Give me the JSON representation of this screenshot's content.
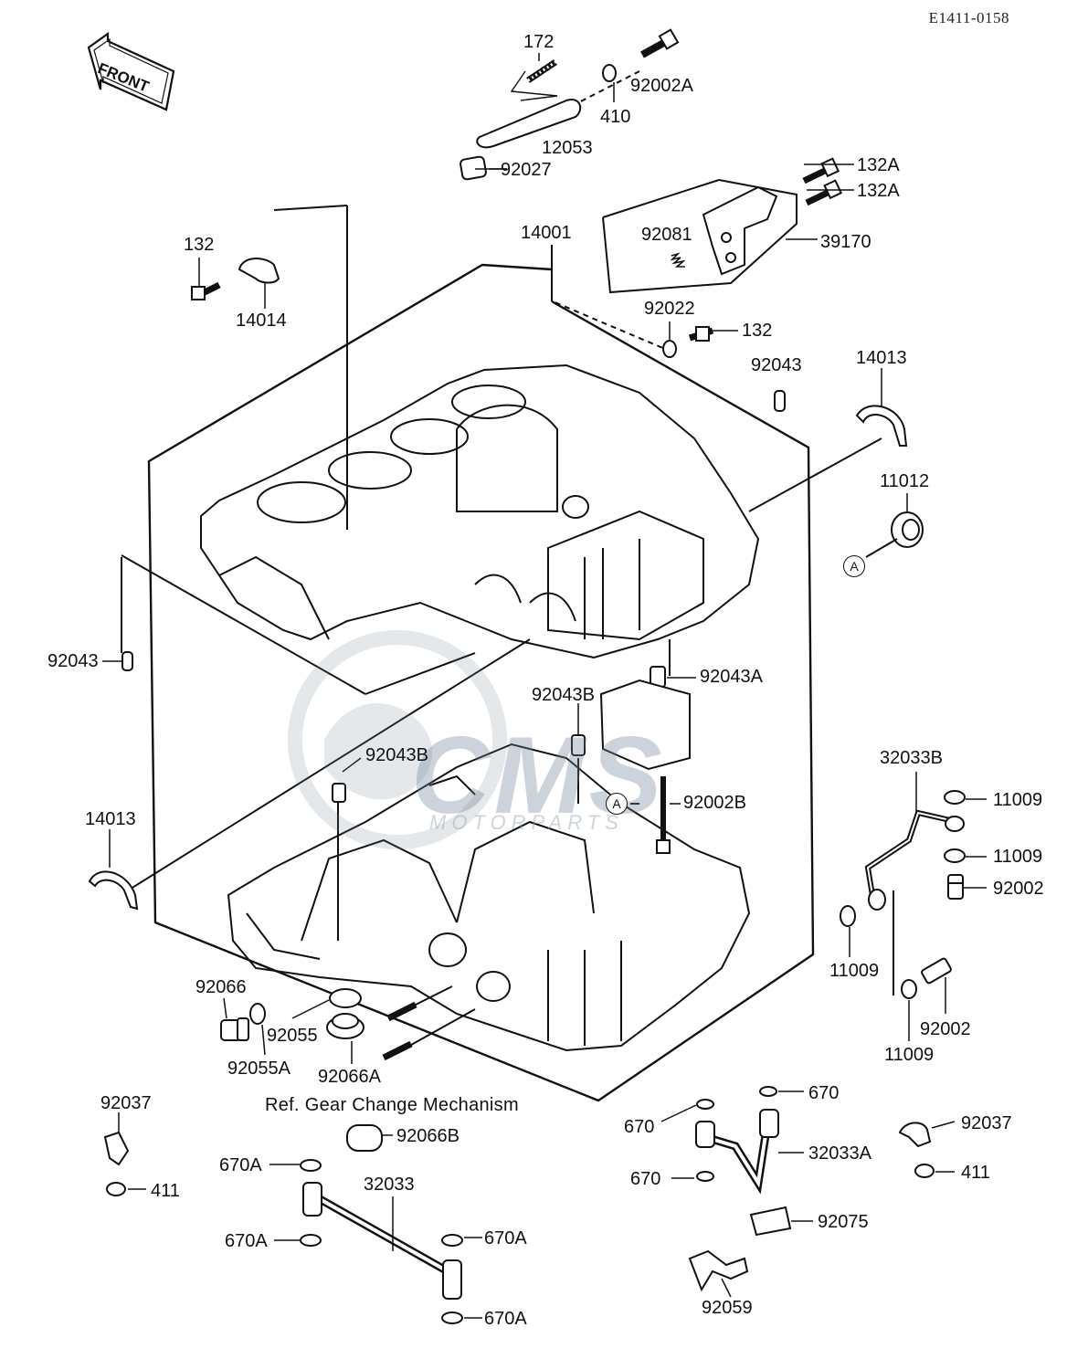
{
  "diagram_code": "E1411-0158",
  "front_label": "FRONT",
  "reference_note": "Ref. Gear Change Mechanism",
  "circle_marker": "A",
  "watermark": {
    "brand": "CMS",
    "tagline": "MOTORPARTS"
  },
  "colors": {
    "ink": "#111111",
    "watermark": "#6f8296",
    "background": "#ffffff"
  },
  "parts": [
    "172",
    "92002A",
    "410",
    "12053",
    "92027",
    "132A",
    "132A",
    "39170",
    "92081",
    "132",
    "14014",
    "14001",
    "92022",
    "132",
    "92043",
    "14013",
    "11012",
    "92043",
    "92043A",
    "92043B",
    "92043B",
    "92002B",
    "32033B",
    "11009",
    "11009",
    "92002",
    "11009",
    "92002",
    "11009",
    "14013",
    "92066",
    "92055",
    "92055A",
    "92066A",
    "92037",
    "411",
    "92066B",
    "670A",
    "32033",
    "670A",
    "670A",
    "670A",
    "670",
    "670",
    "670",
    "32033A",
    "92037",
    "411",
    "92075",
    "92059"
  ]
}
